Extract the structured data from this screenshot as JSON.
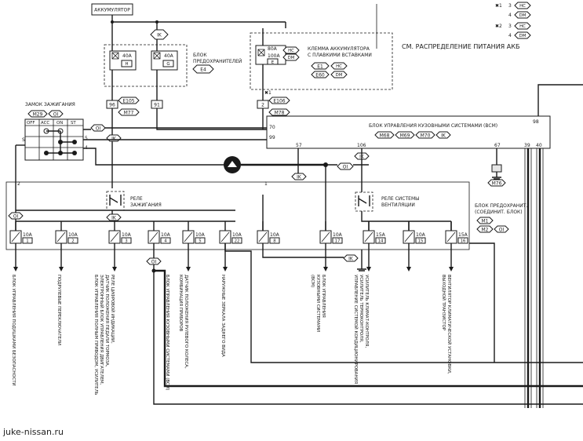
{
  "battery": "АККУМУЛЯТОР",
  "fuse_block": {
    "title_1": "БЛОК",
    "title_2": "ПРЕДОХРАНИТЕЛЕЙ",
    "connector": "E4",
    "fuse_a": {
      "rating": "40A",
      "id": "H"
    },
    "fuse_b": {
      "rating": "40A",
      "id": "G"
    }
  },
  "ik": "IK",
  "oi": "OI",
  "terminal": {
    "title_1": "КЛЕММА АККУМУЛЯТОРА",
    "title_2": "С ПЛАВКИМИ ВСТАВКАМИ",
    "rating_80": "80A",
    "rating_100": "100A",
    "fuse_id": "E",
    "conn_1": "E1",
    "conn_2": "E60",
    "connector": "E106",
    "harness": "M78",
    "star": "✖1"
  },
  "power_ref": "СМ. РАСПРЕДЕЛЕНИЕ ПИТАНИЯ АКБ",
  "legend": {
    "star1": "✖1",
    "star2": "✖2",
    "num3": "3",
    "num4": "4",
    "hc": "HC",
    "dm": "DM"
  },
  "hc": "HC",
  "dm": "DM",
  "connectors": {
    "e105": "E105",
    "m77": "M77",
    "m29": "M29"
  },
  "ignition": {
    "title": "ЗАМОК ЗАЖИГАНИЯ",
    "cols": [
      "OFF",
      "ACC",
      "ON",
      "ST"
    ],
    "terminal_s": "S"
  },
  "bcm": {
    "title": "БЛОК УПРАВЛЕНИЯ КУЗОВНЫМИ СИСТЕМАМИ (BCM)",
    "connectors": [
      "M68",
      "M69",
      "M70"
    ],
    "ground": "M76"
  },
  "relay_ign": {
    "line1": "РЕЛЕ",
    "line2": "ЗАЖИГАНИЯ"
  },
  "relay_vent": {
    "line1": "РЕЛЕ СИСТЕМЫ",
    "line2": "ВЕНТИЛЯЦИИ"
  },
  "joint_block": {
    "line1": "БЛОК ПРЕДОХРАНИТ.",
    "line2": "(СОЕДИНИТ. БЛОК)",
    "conn_1": "M1",
    "conn_2": "M2"
  },
  "pins": {
    "p96": "96",
    "p91": "91",
    "p2": "2",
    "p70": "70",
    "p99": "99",
    "p57": "57",
    "p106": "106",
    "p98": "98",
    "p67": "67",
    "p39": "39",
    "p40": "40",
    "p4": "4",
    "p5": "5",
    "p2b": "2",
    "p1": "1"
  },
  "fuses": [
    {
      "rating": "10A",
      "num": "1"
    },
    {
      "rating": "10A",
      "num": "2"
    },
    {
      "rating": "10A",
      "num": "3"
    },
    {
      "rating": "10A",
      "num": "4"
    },
    {
      "rating": "10A",
      "num": "5"
    },
    {
      "rating": "10A",
      "num": "22"
    },
    {
      "rating": "10A",
      "num": "8"
    },
    {
      "rating": "10A",
      "num": "17"
    },
    {
      "rating": "15A",
      "num": "14"
    },
    {
      "rating": "10A",
      "num": "15"
    },
    {
      "rating": "15A",
      "num": "16"
    }
  ],
  "loads": [
    {
      "l1": "БЛОК УПРАВЛЕНИЯ ПОДУШКАМИ БЕЗОПАСНОСТИ"
    },
    {
      "l1": "ПОДРУЛЕВЫЕ ПЕРЕКЛЮЧАТЕЛИ"
    },
    {
      "l1": "РЕЛЕ ЦИФРОВОЙ ИНДИКАЦИИ,",
      "l2": "ДАТЧИК ПОЛОЖЕНИЯ ПЕДАЛИ ТОРМОЗА,",
      "l3": "ЭЛЕКТРОННЫЙ БЛОК УПРАВЛЕНИЯ ДВИГАТЕЛЕМ,",
      "l4": "БЛОК УПРАВЛЕНИЯ ПОЛНЫМ ПРИВОДОМ, УСИЛИТЕЛЬ"
    },
    {
      "l1": "БЛОК УПРАВЛЕНИЯ КУЗОВНЫМИ СИСТЕМАМИ (BCM)"
    },
    {
      "l1": "ДАТЧИК ПОЛОЖЕНИЯ РУЛЕВОГО КОЛЕСА,",
      "l2": "КОМБИНАЦИЯ ПРИБОРОВ"
    },
    {
      "l1": "НАРУЖНЫЕ ЗЕРКАЛА ЗАДНЕГО ВИДА"
    },
    {
      "l1": "БЛОК УПРАВЛЕНИЯ",
      "l2": "КУЗОВНЫМИ СИСТЕМАМИ",
      "l3": "(BCM)"
    },
    {
      "l1": "УСИЛИТЕЛЬ КЛИМАТ-КОНТРОЛЯ,",
      "l2": "УСИЛИТЕЛЬ ТЕРМОКОНТРОЛЯ,",
      "l3": "УПРАВЛЕНИЕ СИСТЕМОЙ КОНДИЦИОНИРОВАНИЯ"
    },
    {
      "l1": "ВЕНТИЛЯТОР КЛИМАТИЧЕСКОЙ УСТАНОВКИ,",
      "l2": "ВЫХОДНОЙ ТРАНЗИСТОР"
    }
  ],
  "watermark": "juke-nissan.ru"
}
